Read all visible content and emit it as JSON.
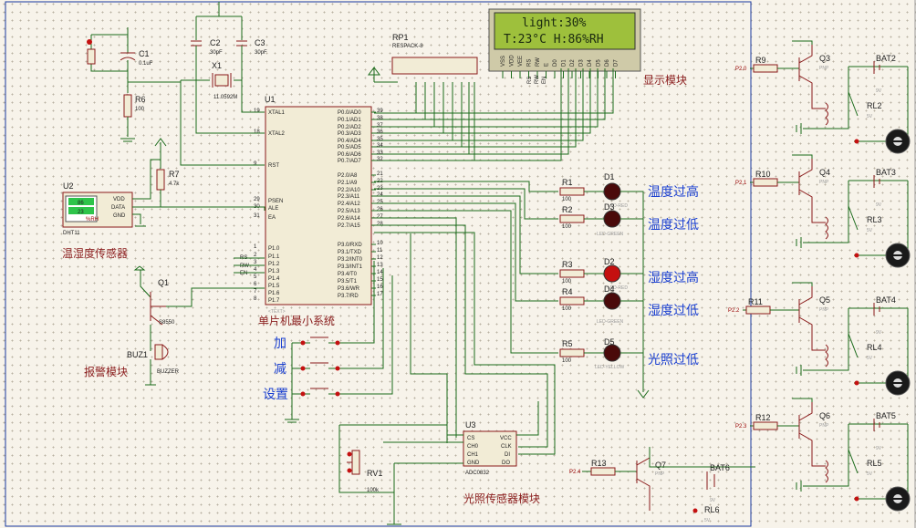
{
  "lcd": {
    "line1": "light:30%",
    "line2": "T:23°C   H:86%RH"
  },
  "chinese_labels": {
    "display_module": "显示模块",
    "mcu_system": "单片机最小系统",
    "temp_humidity_sensor": "温湿度传感器",
    "alarm_module": "报警模块",
    "light_sensor_module": "光照传感器模块",
    "btn_add": "加",
    "btn_sub": "减",
    "btn_set": "设置",
    "led_temp_high": "温度过高",
    "led_temp_low": "温度过低",
    "led_hum_high": "湿度过高",
    "led_hum_low": "湿度过低",
    "led_light_low": "光照过低"
  },
  "components": {
    "c1": {
      "ref": "C1",
      "value": "0.1uF"
    },
    "c2": {
      "ref": "C2",
      "value": "30pF"
    },
    "c3": {
      "ref": "C3",
      "value": "30pF"
    },
    "x1": {
      "ref": "X1",
      "value": "11.0592M"
    },
    "r6": {
      "ref": "R6",
      "value": "100"
    },
    "rp1": {
      "ref": "RP1",
      "value": "RESPACK-8"
    },
    "u1": {
      "ref": "U1"
    },
    "r7": {
      "ref": "R7",
      "value": "4.7k"
    },
    "u2": {
      "ref": "U2",
      "value": "DHT11",
      "readout_top": "86",
      "readout_bottom": "23",
      "badge": "%RH"
    },
    "q1": {
      "ref": "Q1",
      "value": "S8550"
    },
    "buz1": {
      "ref": "BUZ1",
      "value": "BUZZER"
    },
    "r1": {
      "ref": "R1",
      "value": "100"
    },
    "r2": {
      "ref": "R2",
      "value": "100"
    },
    "r3": {
      "ref": "R3",
      "value": "100"
    },
    "r4": {
      "ref": "R4",
      "value": "100"
    },
    "r5": {
      "ref": "R5",
      "value": "100"
    },
    "d1": {
      "ref": "D1",
      "value": "LED-RED"
    },
    "d2": {
      "ref": "D2",
      "value": "LED-RED"
    },
    "d3": {
      "ref": "D3",
      "value": "LED-GREEN"
    },
    "d4": {
      "ref": "D4",
      "value": "LED-GREEN"
    },
    "d5": {
      "ref": "D5",
      "value": "LED-YELLOW"
    },
    "u3": {
      "ref": "U3",
      "value": "ADC0832"
    },
    "rv1": {
      "ref": "RV1",
      "value": "100k"
    },
    "r9": {
      "ref": "R9",
      "net": "P2.0"
    },
    "r10": {
      "ref": "R10",
      "net": "P2.1"
    },
    "r11": {
      "ref": "R11",
      "net": "P2.2"
    },
    "r12": {
      "ref": "R12",
      "net": "P2.3"
    },
    "r13": {
      "ref": "R13",
      "net": "P2.4"
    },
    "q3": {
      "ref": "Q3",
      "value": "PNP"
    },
    "q4": {
      "ref": "Q4",
      "value": "PNP"
    },
    "q5": {
      "ref": "Q5",
      "value": "PNP"
    },
    "q6": {
      "ref": "Q6",
      "value": "PNP"
    },
    "q7": {
      "ref": "Q7",
      "value": "PNP"
    },
    "bat2": {
      "ref": "BAT2",
      "value": "9V"
    },
    "bat3": {
      "ref": "BAT3",
      "value": "9V"
    },
    "bat4": {
      "ref": "BAT4",
      "value": "9V"
    },
    "bat5": {
      "ref": "BAT5",
      "value": "9V"
    },
    "bat6": {
      "ref": "BAT6",
      "value": "9V"
    },
    "rl2": {
      "ref": "RL2",
      "value": "5V"
    },
    "rl3": {
      "ref": "RL3",
      "value": "5V"
    },
    "rl4": {
      "ref": "RL4",
      "value": "5V"
    },
    "rl5": {
      "ref": "RL5",
      "value": "5V"
    },
    "rl6": {
      "ref": "RL6",
      "value": "5V"
    }
  },
  "placeholder_text": "<TEXT>",
  "u1_pins_left": [
    {
      "num": "19",
      "name": "XTAL1"
    },
    {
      "num": "18",
      "name": "XTAL2"
    },
    {
      "num": "9",
      "name": "RST"
    },
    {
      "num": "29",
      "name": "PSEN"
    },
    {
      "num": "30",
      "name": "ALE"
    },
    {
      "num": "31",
      "name": "EA"
    },
    {
      "num": "1",
      "name": "P1.0"
    },
    {
      "num": "2",
      "name": "P1.1"
    },
    {
      "num": "3",
      "name": "P1.2"
    },
    {
      "num": "4",
      "name": "P1.3"
    },
    {
      "num": "5",
      "name": "P1.4"
    },
    {
      "num": "6",
      "name": "P1.5"
    },
    {
      "num": "7",
      "name": "P1.6"
    },
    {
      "num": "8",
      "name": "P1.7"
    }
  ],
  "u1_pins_right": [
    {
      "num": "39",
      "name": "P0.0/AD0"
    },
    {
      "num": "38",
      "name": "P0.1/AD1"
    },
    {
      "num": "37",
      "name": "P0.2/AD2"
    },
    {
      "num": "36",
      "name": "P0.3/AD3"
    },
    {
      "num": "35",
      "name": "P0.4/AD4"
    },
    {
      "num": "34",
      "name": "P0.5/AD5"
    },
    {
      "num": "33",
      "name": "P0.6/AD6"
    },
    {
      "num": "32",
      "name": "P0.7/AD7"
    },
    {
      "num": "21",
      "name": "P2.0/A8"
    },
    {
      "num": "22",
      "name": "P2.1/A9"
    },
    {
      "num": "23",
      "name": "P2.2/A10"
    },
    {
      "num": "24",
      "name": "P2.3/A11"
    },
    {
      "num": "25",
      "name": "P2.4/A12"
    },
    {
      "num": "26",
      "name": "P2.5/A13"
    },
    {
      "num": "27",
      "name": "P2.6/A14"
    },
    {
      "num": "28",
      "name": "P2.7/A15"
    },
    {
      "num": "10",
      "name": "P3.0/RXD"
    },
    {
      "num": "11",
      "name": "P3.1/TXD"
    },
    {
      "num": "12",
      "name": "P3.2/INT0"
    },
    {
      "num": "13",
      "name": "P3.3/INT1"
    },
    {
      "num": "14",
      "name": "P3.4/T0"
    },
    {
      "num": "15",
      "name": "P3.5/T1"
    },
    {
      "num": "16",
      "name": "P3.6/WR"
    },
    {
      "num": "17",
      "name": "P3.7/RD"
    }
  ],
  "net_labels_p2": [
    "P2.0",
    "P2.1",
    "P2.2",
    "P2.3",
    "P2.4"
  ],
  "lcd_pin_labels": [
    "VSS",
    "VDD",
    "VEE",
    "RS",
    "RW",
    "E",
    "D0",
    "D1",
    "D2",
    "D3",
    "D4",
    "D5",
    "D6",
    "D7"
  ],
  "lcd_net_labels": [
    "RS",
    "RW",
    "EN"
  ],
  "u1_net_labels": [
    "RS",
    "RW",
    "EN"
  ],
  "u3_pins_left": [
    "CS",
    "CH0",
    "CH1",
    "GND"
  ],
  "u3_pins_right": [
    "VCC",
    "CLK",
    "DI",
    "DO"
  ],
  "dht_pins": [
    "VDD",
    "DATA",
    "GND"
  ],
  "colors": {
    "wire": "#1b6b1b",
    "component": "#8a1a1a",
    "lcd_bg": "#9ec03c",
    "led_red": "#c41010",
    "label_blue": "#1a3fd0"
  }
}
